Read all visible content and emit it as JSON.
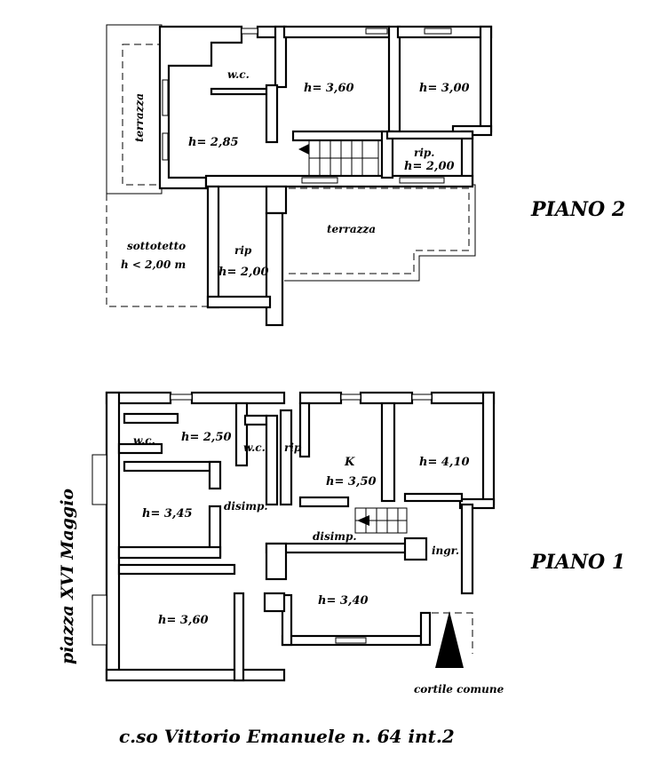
{
  "floor2": {
    "title": "PIANO 2",
    "wc": "w.c.",
    "room_a_height": "h= 3,60",
    "room_b_height": "h= 3,00",
    "terrace_left": "terrazza",
    "room_c_height": "h= 2,85",
    "rip_label": "rip.",
    "rip_height": "h= 2,00",
    "terrace_right": "terrazza",
    "attic_label": "sottotetto",
    "attic_height": "h < 2,00 m",
    "rip2_label": "rip",
    "rip2_height": "h= 2,00"
  },
  "floor1": {
    "title": "PIANO 1",
    "wc1": "w.c.",
    "wc1_height": "h= 2,50",
    "wc2": "w.c.",
    "rip_label": "rip",
    "kitchen_label": "K",
    "kitchen_height": "h= 3,50",
    "room_a_height": "h= 4,10",
    "room_b_height": "h= 3,45",
    "disimp_a": "disimp.",
    "disimp_b": "disimp.",
    "entrance": "ingr.",
    "room_c_height": "h= 3,60",
    "room_d_height": "h= 3,40",
    "courtyard": "cortile comune"
  },
  "street_label": "c.so Vittorio Emanuele  n. 64 int.2",
  "piazza_label": "piazza XVI Maggio"
}
